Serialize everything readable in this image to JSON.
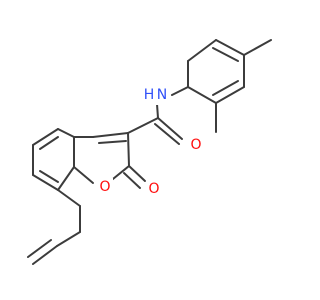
{
  "molecule": {
    "labels": {
      "amide_nitrogen": "N",
      "amide_hydrogen": "H",
      "amide_oxygen": "O",
      "ring_oxygen": "O",
      "lactone_oxygen": "O"
    },
    "colors": {
      "bond": "#3c3c3c",
      "nitrogen": "#3050f8",
      "oxygen": "#ff0d0d"
    }
  }
}
